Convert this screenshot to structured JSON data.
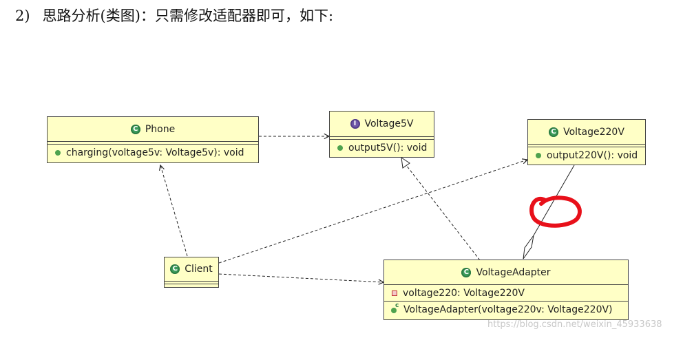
{
  "heading": {
    "number": "2)",
    "text": "思路分析(类图)：只需修改适配器即可，如下:"
  },
  "diagram": {
    "classes": {
      "phone": {
        "name": "Phone",
        "kind": "class",
        "operations": [
          "charging(voltage5v: Voltage5v): void"
        ]
      },
      "voltage5v": {
        "name": "Voltage5V",
        "kind": "interface",
        "operations": [
          "output5V(): void"
        ]
      },
      "voltage220v": {
        "name": "Voltage220V",
        "kind": "class",
        "operations": [
          "output220V(): void"
        ]
      },
      "client": {
        "name": "Client",
        "kind": "class"
      },
      "adapter": {
        "name": "VoltageAdapter",
        "kind": "class",
        "attributes": [
          "voltage220: Voltage220V"
        ],
        "operations": [
          "VoltageAdapter(voltage220v: Voltage220V)"
        ]
      }
    },
    "relations": [
      {
        "from": "Phone",
        "to": "Voltage5V",
        "type": "dependency"
      },
      {
        "from": "Client",
        "to": "Phone",
        "type": "dependency"
      },
      {
        "from": "Client",
        "to": "Voltage220V",
        "type": "dependency"
      },
      {
        "from": "Client",
        "to": "VoltageAdapter",
        "type": "dependency"
      },
      {
        "from": "VoltageAdapter",
        "to": "Voltage5V",
        "type": "realization"
      },
      {
        "from": "VoltageAdapter",
        "to": "Voltage220V",
        "type": "aggregation"
      }
    ],
    "annotation_color": "#e8101a",
    "class_fill": "#ffffc6"
  },
  "watermark": "https://blog.csdn.net/weixin_45933638"
}
